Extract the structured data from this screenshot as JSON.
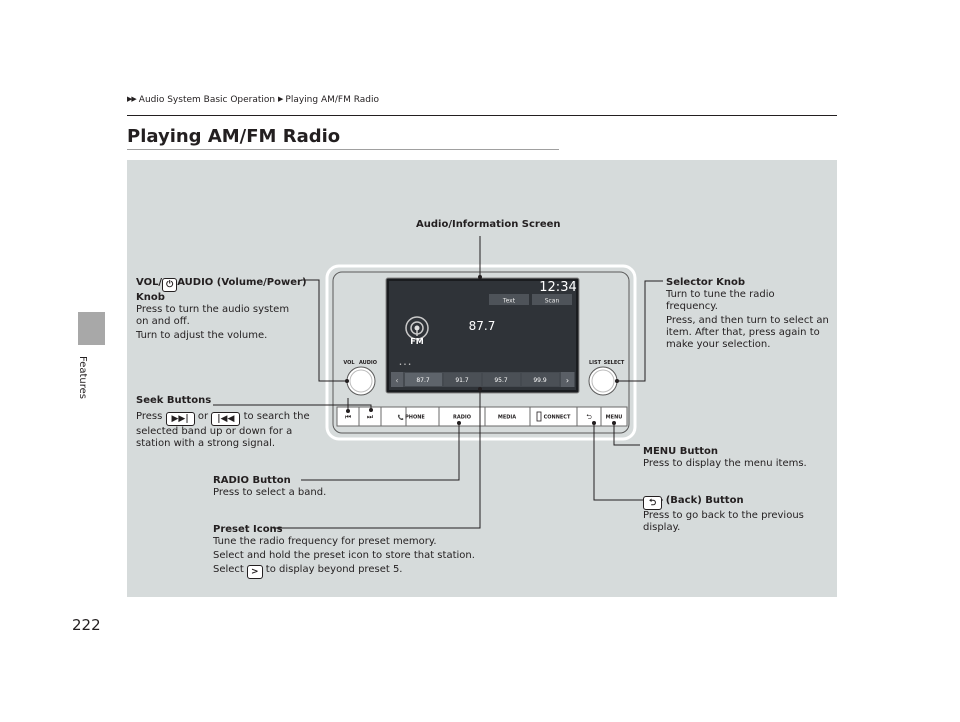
{
  "breadcrumb": {
    "items": [
      "Audio System Basic Operation",
      "Playing AM/FM Radio"
    ]
  },
  "page": {
    "title": "Playing AM/FM Radio",
    "number": "222",
    "section_tab": "Features"
  },
  "screen": {
    "clock": "12:34",
    "tab_text": "Text",
    "tab_scan": "Scan",
    "band": "FM",
    "frequency": "87.7",
    "presets": [
      "87.7",
      "91.7",
      "95.7",
      "99.9"
    ],
    "more_dots": "• • •"
  },
  "panel": {
    "vol_label": "VOL",
    "audio_label": "AUDIO",
    "list_label": "LIST",
    "select_label": "SELECT",
    "phone": "PHONE",
    "radio": "RADIO",
    "media": "MEDIA",
    "connect": "CONNECT",
    "menu": "MENU"
  },
  "callouts": {
    "screen": {
      "title": "Audio/Information Screen"
    },
    "vol": {
      "title_pre": "VOL/",
      "title_post": "AUDIO (Volume/Power)",
      "title_line2": "Knob",
      "lines": [
        "Press to turn the audio system",
        "on and off.",
        "Turn to adjust the volume."
      ]
    },
    "seek": {
      "title": "Seek Buttons",
      "press": "Press",
      "or": "or",
      "tail": "to search the",
      "lines": [
        "selected band up or down for a",
        "station with a strong signal."
      ]
    },
    "radio": {
      "title": "RADIO Button",
      "text": "Press to select a band."
    },
    "preset": {
      "title": "Preset Icons",
      "lines": [
        "Tune the radio frequency for preset memory.",
        "Select and hold the preset icon to store that station."
      ],
      "select_pre": "Select",
      "key": ">",
      "select_post": "to display beyond preset 5."
    },
    "selector": {
      "title": "Selector Knob",
      "lines": [
        "Turn to tune the radio",
        "frequency.",
        "Press, and then turn to select an",
        "item. After that, press again to",
        "make your selection."
      ]
    },
    "menu": {
      "title": "MENU Button",
      "text": "Press to display the menu items."
    },
    "back": {
      "title": "(Back) Button",
      "lines": [
        "Press to go back to the previous",
        "display."
      ]
    }
  }
}
